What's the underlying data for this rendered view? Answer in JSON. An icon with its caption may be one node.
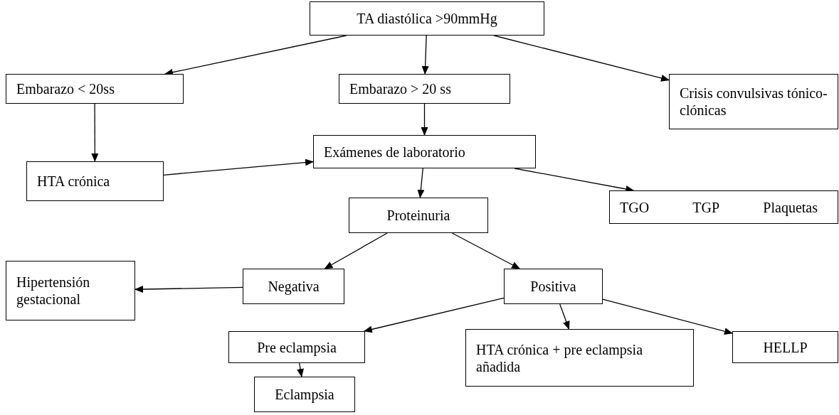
{
  "diagram": {
    "nodes": [
      {
        "text": [
          "TA diastólica >90mmHg"
        ]
      },
      {
        "text": [
          "Embarazo < 20ss"
        ]
      },
      {
        "text": [
          "Embarazo > 20 ss"
        ]
      },
      {
        "text": [
          "Crisis convulsivas tónico-clónicas"
        ]
      },
      {
        "text": [
          "Exámenes de laboratorio"
        ]
      },
      {
        "text": [
          "HTA crónica"
        ]
      },
      {
        "text": [
          "TGO",
          "TGP",
          "Plaquetas"
        ]
      },
      {
        "text": [
          "Proteinuria"
        ]
      },
      {
        "text": [
          "Hipertensión gestacional"
        ]
      },
      {
        "text": [
          "Negativa"
        ]
      },
      {
        "text": [
          "Positiva"
        ]
      },
      {
        "text": [
          "Pre eclampsia"
        ]
      },
      {
        "text": [
          "HTA crónica + pre eclampsia añadida"
        ]
      },
      {
        "text": [
          "HELLP"
        ]
      },
      {
        "text": [
          "Eclampsia"
        ]
      }
    ],
    "edges": [
      {
        "from": 0,
        "to": 1,
        "arrow": "to"
      },
      {
        "from": 0,
        "to": 2,
        "arrow": "to"
      },
      {
        "from": 0,
        "to": 3,
        "arrow": "to"
      },
      {
        "from": 1,
        "to": 5,
        "arrow": "to"
      },
      {
        "from": 2,
        "to": 4,
        "arrow": "to"
      },
      {
        "from": 5,
        "to": 4,
        "arrow": "to"
      },
      {
        "from": 4,
        "to": 7,
        "arrow": "to"
      },
      {
        "from": 4,
        "to": 6,
        "arrow": "to"
      },
      {
        "from": 7,
        "to": 9,
        "arrow": "to"
      },
      {
        "from": 7,
        "to": 10,
        "arrow": "to"
      },
      {
        "from": 9,
        "to": 8,
        "arrow": "to"
      },
      {
        "from": 10,
        "to": 11,
        "arrow": "to"
      },
      {
        "from": 10,
        "to": 12,
        "arrow": "to"
      },
      {
        "from": 10,
        "to": 13,
        "arrow": "to"
      },
      {
        "from": 11,
        "to": 14,
        "arrow": "to"
      }
    ]
  }
}
